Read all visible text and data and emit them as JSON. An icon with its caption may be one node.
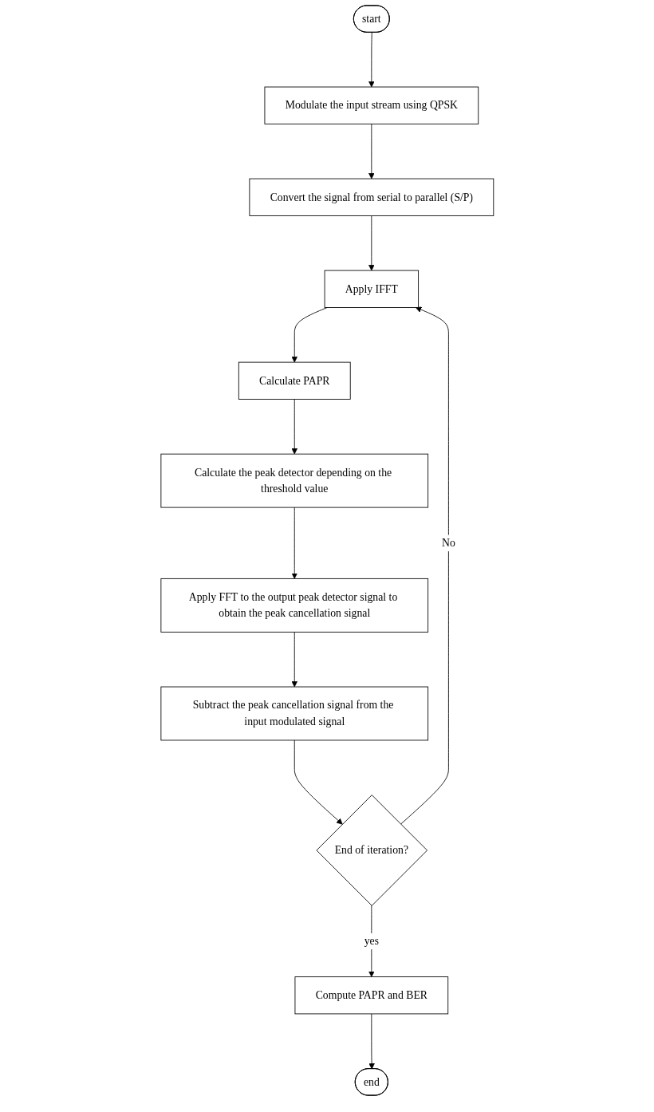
{
  "diagram": {
    "nodes": [
      {
        "text": [
          "start"
        ]
      },
      {
        "text": [
          "Modulate the input stream using QPSK"
        ]
      },
      {
        "text": [
          "Convert the signal from serial to parallel (S/P)"
        ]
      },
      {
        "text": [
          "Apply IFFT"
        ]
      },
      {
        "text": [
          "Calculate PAPR"
        ]
      },
      {
        "text": [
          "Calculate the peak detector depending on the threshold value"
        ]
      },
      {
        "text": [
          "Apply FFT to the output peak detector signal to obtain the peak cancellation signal"
        ]
      },
      {
        "text": [
          "Subtract the peak cancellation signal from the input modulated signal"
        ]
      },
      {
        "text": [
          "End of iteration?"
        ]
      },
      {
        "text": [
          "Compute PAPR and BER"
        ]
      },
      {
        "text": [
          "end"
        ]
      }
    ],
    "edges": [
      {
        "from": 0,
        "to": 1,
        "arrow": "to"
      },
      {
        "from": 1,
        "to": 2,
        "arrow": "to"
      },
      {
        "from": 2,
        "to": 3,
        "arrow": "to"
      },
      {
        "from": 3,
        "to": 4,
        "arrow": "to"
      },
      {
        "from": 4,
        "to": 5,
        "arrow": "to"
      },
      {
        "from": 5,
        "to": 6,
        "arrow": "to"
      },
      {
        "from": 6,
        "to": 7,
        "arrow": "to"
      },
      {
        "from": 7,
        "to": 8,
        "arrow": "to"
      },
      {
        "from": 8,
        "to": 3,
        "label": "No",
        "arrow": "to"
      },
      {
        "from": 8,
        "to": 9,
        "label": "yes",
        "arrow": "to"
      },
      {
        "from": 9,
        "to": 10,
        "arrow": "to"
      }
    ]
  }
}
